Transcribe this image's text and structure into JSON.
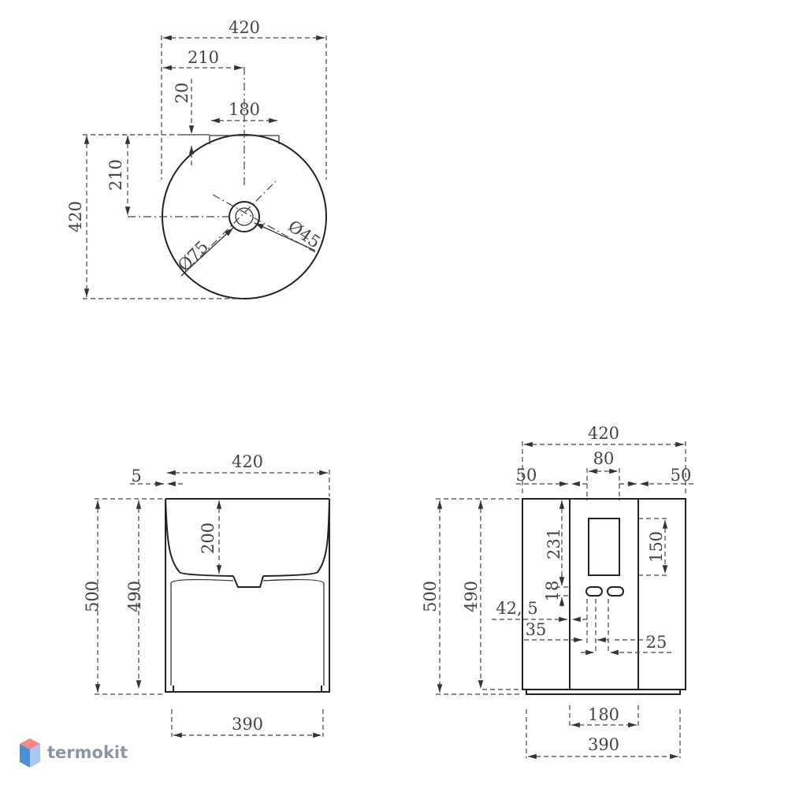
{
  "top_view": {
    "width_total": "420",
    "width_half": "210",
    "tap_offset": "20",
    "tap_width": "180",
    "depth_half": "210",
    "depth_total": "420",
    "drain_outer": "Ø75",
    "drain_inner": "Ø45"
  },
  "front_view": {
    "width_top": "420",
    "inset": "5",
    "height_total": "500",
    "height_inner": "490",
    "bowl_depth": "200",
    "width_bottom": "390"
  },
  "side_view": {
    "width_top": "420",
    "panel_width": "80",
    "margin_left": "50",
    "margin_right": "50",
    "height_total": "500",
    "height_inner": "490",
    "to_opening": "231",
    "opening_height": "150",
    "hole_height": "18",
    "hole_offset": "42, 5",
    "hole_center": "35",
    "hole_spacing": "25",
    "base_inner": "180",
    "base_total": "390"
  },
  "brand": {
    "name": "termokit",
    "colors": {
      "top": "#f28a82",
      "left": "#4a90d9",
      "right": "#a9c8ee"
    }
  }
}
